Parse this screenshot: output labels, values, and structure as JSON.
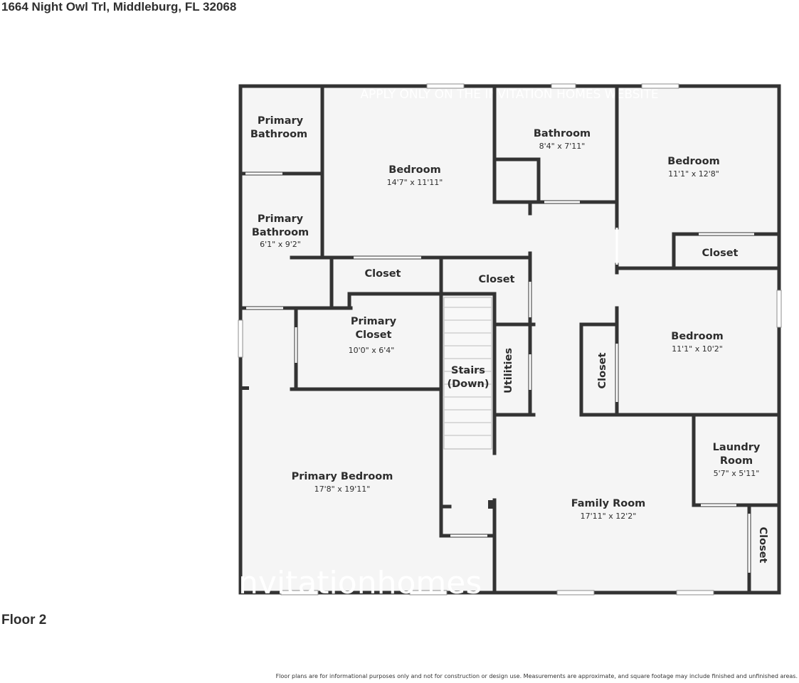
{
  "address": "1664 Night Owl Trl, Middleburg, FL 32068",
  "floor": "Floor 2",
  "disclaimer": "Floor plans are for informational purposes only and not for construction or design use. Measurements are approximate, and square footage may include finished and unfinished areas.",
  "watermark_top": "APPLY ONLY ON THE INVITATION HOMES WEBSITE",
  "watermark_logo": "invitationhomes",
  "rooms": {
    "primary_bathroom_1": {
      "name_line1": "Primary",
      "name_line2": "Bathroom"
    },
    "primary_bathroom_2": {
      "name_line1": "Primary",
      "name_line2": "Bathroom",
      "dims": "6'1\" x 9'2\""
    },
    "bedroom_1": {
      "name": "Bedroom",
      "dims": "14'7\" x 11'11\""
    },
    "bathroom": {
      "name": "Bathroom",
      "dims": "8'4\" x 7'11\""
    },
    "bedroom_2": {
      "name": "Bedroom",
      "dims": "11'1\" x 12'8\""
    },
    "closet_bedroom_2": {
      "name": "Closet"
    },
    "closet_left": {
      "name": "Closet"
    },
    "closet_center": {
      "name": "Closet"
    },
    "primary_closet": {
      "name_line1": "Primary",
      "name_line2": "Closet",
      "dims": "10'0\" x 6'4\""
    },
    "stairs": {
      "name_line1": "Stairs",
      "name_line2": "(Down)"
    },
    "utilities": {
      "name": "Utilities"
    },
    "closet_vertical": {
      "name": "Closet"
    },
    "bedroom_3": {
      "name": "Bedroom",
      "dims": "11'1\" x 10'2\""
    },
    "laundry_room": {
      "name_line1": "Laundry",
      "name_line2": "Room",
      "dims": "5'7\" x 5'11\""
    },
    "primary_bedroom": {
      "name": "Primary Bedroom",
      "dims": "17'8\" x 19'11\""
    },
    "family_room": {
      "name": "Family Room",
      "dims": "17'11\" x 12'2\""
    },
    "closet_right_vertical": {
      "name": "Closet"
    }
  }
}
